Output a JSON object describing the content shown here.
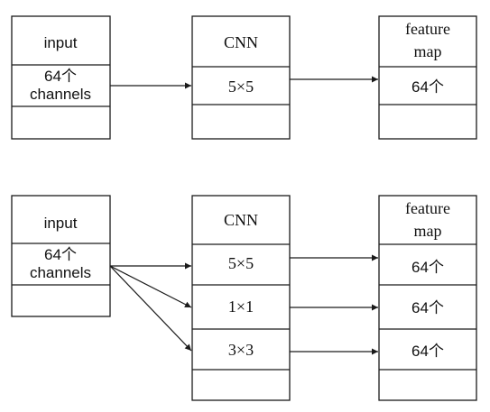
{
  "top": {
    "input": {
      "title": "input",
      "line1": "64个",
      "line2": "channels"
    },
    "cnn": {
      "title": "CNN",
      "kernel": "5×5"
    },
    "feature": {
      "title1": "feature",
      "title2": "map",
      "count": "64个"
    }
  },
  "bottom": {
    "input": {
      "title": "input",
      "line1": "64个",
      "line2": "channels"
    },
    "cnn": {
      "title": "CNN",
      "kernels": [
        "5×5",
        "1×1",
        "3×3"
      ]
    },
    "feature": {
      "title1": "feature",
      "title2": "map",
      "counts": [
        "64个",
        "64个",
        "64个"
      ]
    }
  }
}
